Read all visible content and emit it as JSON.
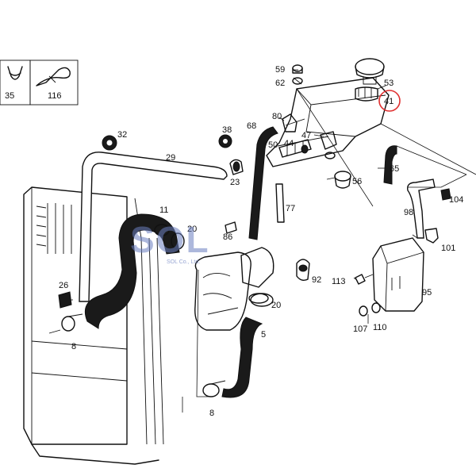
{
  "inset": {
    "boxes": [
      {
        "label": "35",
        "icon": "clamp-icon"
      },
      {
        "label": "116",
        "icon": "cable-tie-icon"
      }
    ]
  },
  "callouts": [
    {
      "id": "59"
    },
    {
      "id": "62"
    },
    {
      "id": "53"
    },
    {
      "id": "41",
      "highlighted": true
    },
    {
      "id": "80"
    },
    {
      "id": "47"
    },
    {
      "id": "50"
    },
    {
      "id": "44"
    },
    {
      "id": "68"
    },
    {
      "id": "38"
    },
    {
      "id": "32"
    },
    {
      "id": "29"
    },
    {
      "id": "23"
    },
    {
      "id": "65"
    },
    {
      "id": "56"
    },
    {
      "id": "77"
    },
    {
      "id": "104"
    },
    {
      "id": "98"
    },
    {
      "id": "101"
    },
    {
      "id": "11"
    },
    {
      "id": "20a",
      "text": "20"
    },
    {
      "id": "86"
    },
    {
      "id": "92"
    },
    {
      "id": "113"
    },
    {
      "id": "95"
    },
    {
      "id": "26"
    },
    {
      "id": "8a",
      "text": "8"
    },
    {
      "id": "20b",
      "text": "20"
    },
    {
      "id": "5"
    },
    {
      "id": "107"
    },
    {
      "id": "110"
    },
    {
      "id": "8b",
      "text": "8"
    }
  ],
  "watermark": {
    "text": "SOL",
    "subtext": "SOL Co., Ltd."
  },
  "colors": {
    "line": "#111111",
    "highlight_circle": "#e03030",
    "watermark": "#6b7fc0"
  }
}
